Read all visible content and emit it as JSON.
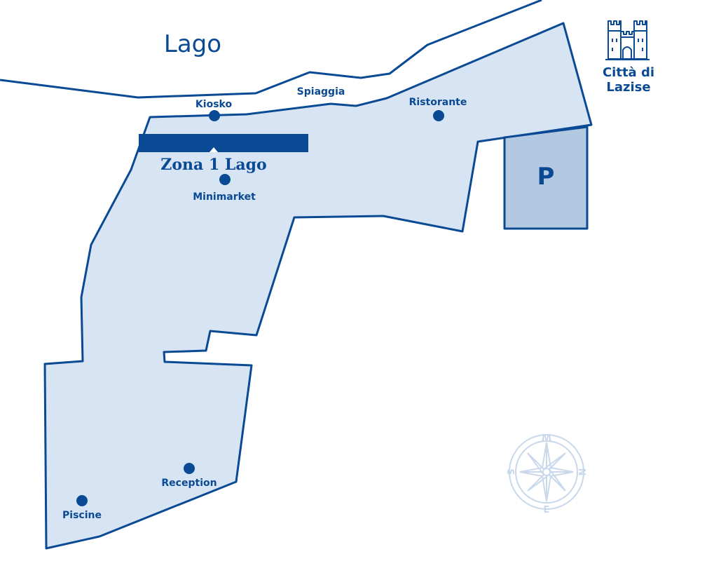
{
  "map": {
    "lake_label": "Lago",
    "beach_label": "Spiaggia",
    "zone_label": "Zona 1 Lago",
    "parking_label": "P",
    "town_label_line1": "Città di",
    "town_label_line2": "Lazise",
    "compass_icon": "compass-rose-icon",
    "castle_icon": "castle-icon",
    "compass": {
      "n": "N",
      "s": "S",
      "e": "E",
      "w": "W"
    },
    "points": {
      "kiosko": "Kiosko",
      "ristorante": "Ristorante",
      "minimarket": "Minimarket",
      "reception": "Reception",
      "piscine": "Piscine"
    },
    "colors": {
      "primary": "#0a4a94",
      "zone_fill": "#d7e4f3",
      "parking_fill": "#b3c9e2",
      "compass": "#c9d8ea"
    }
  }
}
